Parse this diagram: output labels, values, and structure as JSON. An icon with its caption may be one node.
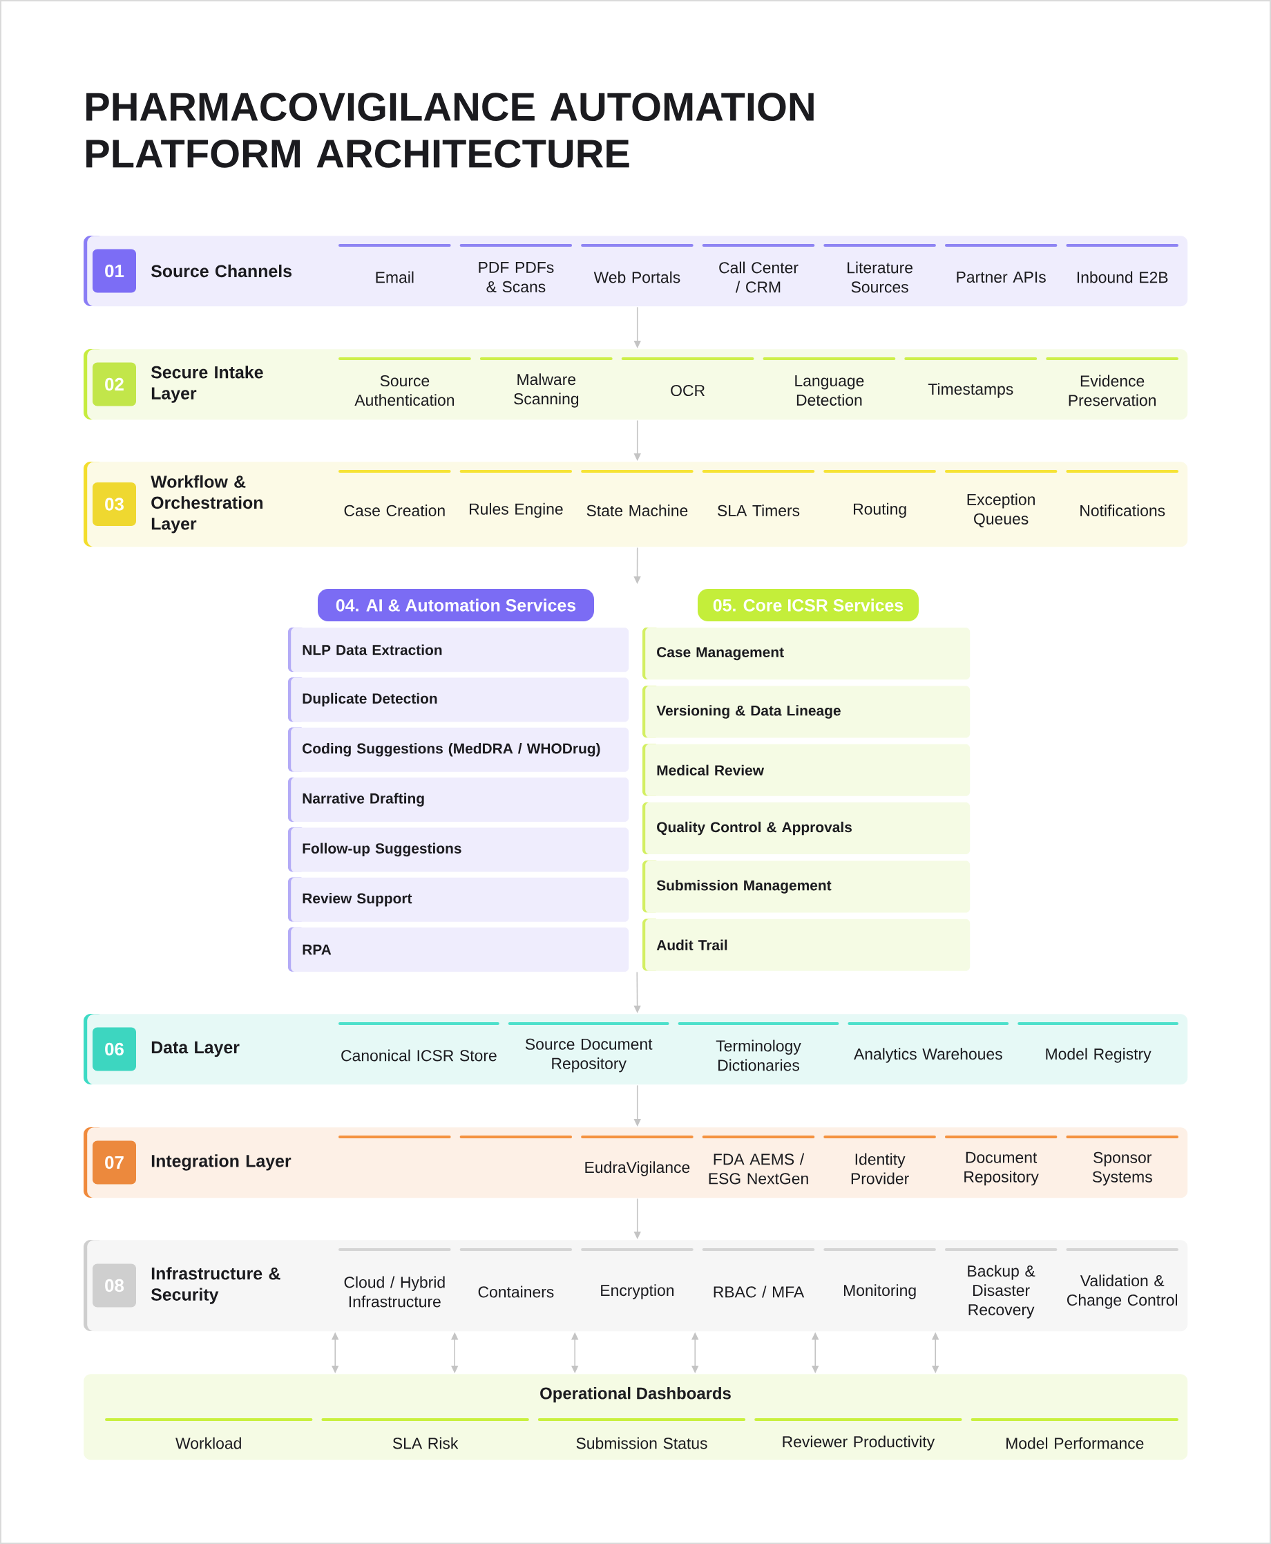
{
  "diagram": {
    "title": "PHARMACOVIGILANCE AUTOMATION PLATFORM ARCHITECTURE",
    "nodes": [
      {
        "text": [
          "Source Channels"
        ]
      },
      {
        "text": [
          "01"
        ],
        "in": 0
      },
      {
        "text": [
          "Email"
        ],
        "in": 0
      },
      {
        "text": [
          "PDF PDFs & Scans"
        ],
        "in": 0
      },
      {
        "text": [
          "Web Portals"
        ],
        "in": 0
      },
      {
        "text": [
          "Call Center / CRM"
        ],
        "in": 0
      },
      {
        "text": [
          "Literature Sources"
        ],
        "in": 0
      },
      {
        "text": [
          "Partner APIs"
        ],
        "in": 0
      },
      {
        "text": [
          "Inbound E2B"
        ],
        "in": 0
      },
      {
        "text": [
          "Secure Intake Layer"
        ]
      },
      {
        "text": [
          "02"
        ],
        "in": 9
      },
      {
        "text": [
          "Source Authentication"
        ],
        "in": 9
      },
      {
        "text": [
          "Malware Scanning"
        ],
        "in": 9
      },
      {
        "text": [
          "OCR"
        ],
        "in": 9
      },
      {
        "text": [
          "Language Detection"
        ],
        "in": 9
      },
      {
        "text": [
          "Timestamps"
        ],
        "in": 9
      },
      {
        "text": [
          "Evidence Preservation"
        ],
        "in": 9
      },
      {
        "text": [
          "Workflow & Orchestration Layer"
        ]
      },
      {
        "text": [
          "03"
        ],
        "in": 17
      },
      {
        "text": [
          "Case Creation"
        ],
        "in": 17
      },
      {
        "text": [
          "Rules Engine"
        ],
        "in": 17
      },
      {
        "text": [
          "State Machine"
        ],
        "in": 17
      },
      {
        "text": [
          "SLA Timers"
        ],
        "in": 17
      },
      {
        "text": [
          "Routing"
        ],
        "in": 17
      },
      {
        "text": [
          "Exception Queues"
        ],
        "in": 17
      },
      {
        "text": [
          "Notifications"
        ],
        "in": 17
      },
      {
        "text": [
          "04. AI & Automation Services"
        ]
      },
      {
        "text": [
          "NLP Data Extraction"
        ]
      },
      {
        "text": [
          "Duplicate Detection"
        ]
      },
      {
        "text": [
          "Coding Suggestions (MedDRA / WHODrug)"
        ]
      },
      {
        "text": [
          "Narrative Drafting"
        ]
      },
      {
        "text": [
          "Follow-up Suggestions"
        ]
      },
      {
        "text": [
          "Review Support"
        ]
      },
      {
        "text": [
          "RPA"
        ]
      },
      {
        "text": [
          "05. Core ICSR Services"
        ]
      },
      {
        "text": [
          "Case Management"
        ]
      },
      {
        "text": [
          "Versioning & Data Lineage"
        ]
      },
      {
        "text": [
          "Medical Review"
        ]
      },
      {
        "text": [
          "Quality Control & Approvals"
        ]
      },
      {
        "text": [
          "Submission Management"
        ]
      },
      {
        "text": [
          "Audit Trail"
        ]
      },
      {
        "text": [
          "Data Layer"
        ]
      },
      {
        "text": [
          "06"
        ],
        "in": 41
      },
      {
        "text": [
          "Canonical ICSR Store"
        ],
        "in": 41
      },
      {
        "text": [
          "Source Document Repository"
        ],
        "in": 41
      },
      {
        "text": [
          "Terminology Dictionaries"
        ],
        "in": 41
      },
      {
        "text": [
          "Analytics Warehoues"
        ],
        "in": 41
      },
      {
        "text": [
          "Model Registry"
        ],
        "in": 41
      },
      {
        "text": [
          "Integration Layer"
        ]
      },
      {
        "text": [
          "07"
        ],
        "in": 48
      },
      {
        "text": [],
        "shape": "bar",
        "in": 48
      },
      {
        "text": [],
        "shape": "bar",
        "in": 48
      },
      {
        "text": [
          "EudraVigilance"
        ],
        "in": 48
      },
      {
        "text": [
          "FDA AEMS / ESG NextGen"
        ],
        "in": 48
      },
      {
        "text": [
          "Identity Provider"
        ],
        "in": 48
      },
      {
        "text": [
          "Document Repository"
        ],
        "in": 48
      },
      {
        "text": [
          "Sponsor Systems"
        ],
        "in": 48
      },
      {
        "text": [
          "Infrastructure & Security"
        ]
      },
      {
        "text": [
          "08"
        ],
        "in": 57
      },
      {
        "text": [
          "Cloud / Hybrid Infrastructure"
        ],
        "in": 57
      },
      {
        "text": [
          "Containers"
        ],
        "in": 57
      },
      {
        "text": [
          "Encryption"
        ],
        "in": 57
      },
      {
        "text": [
          "RBAC / MFA"
        ],
        "in": 57
      },
      {
        "text": [
          "Monitoring"
        ],
        "in": 57
      },
      {
        "text": [
          "Backup & Disaster Recovery"
        ],
        "in": 57
      },
      {
        "text": [
          "Validation & Change Control"
        ],
        "in": 57
      },
      {
        "text": [
          "Operational Dashboards"
        ]
      },
      {
        "text": [
          "Workload"
        ],
        "in": 66
      },
      {
        "text": [
          "SLA Risk"
        ],
        "in": 66
      },
      {
        "text": [
          "Submission Status"
        ],
        "in": 66
      },
      {
        "text": [
          "Reviewer Productivity"
        ],
        "in": 66
      },
      {
        "text": [
          "Model Performance"
        ],
        "in": 66
      }
    ],
    "edges": [
      {
        "from": 0,
        "to": 9,
        "arrow": "to"
      },
      {
        "from": 9,
        "to": 17,
        "arrow": "to"
      },
      {
        "from": 17,
        "to": null,
        "arrow": "to"
      },
      {
        "from": 33,
        "to": 41,
        "arrow": "to"
      },
      {
        "from": 40,
        "to": 41,
        "arrow": "to"
      },
      {
        "from": 41,
        "to": 48,
        "arrow": "to"
      },
      {
        "from": 48,
        "to": 57,
        "arrow": "to"
      },
      {
        "from": 57,
        "to": 66,
        "arrow": "both"
      },
      {
        "from": 57,
        "to": 66,
        "arrow": "both"
      },
      {
        "from": 57,
        "to": 66,
        "arrow": "both"
      },
      {
        "from": 57,
        "to": 66,
        "arrow": "both"
      },
      {
        "from": 57,
        "to": 66,
        "arrow": "both"
      },
      {
        "from": 57,
        "to": 66,
        "arrow": "both"
      }
    ]
  }
}
